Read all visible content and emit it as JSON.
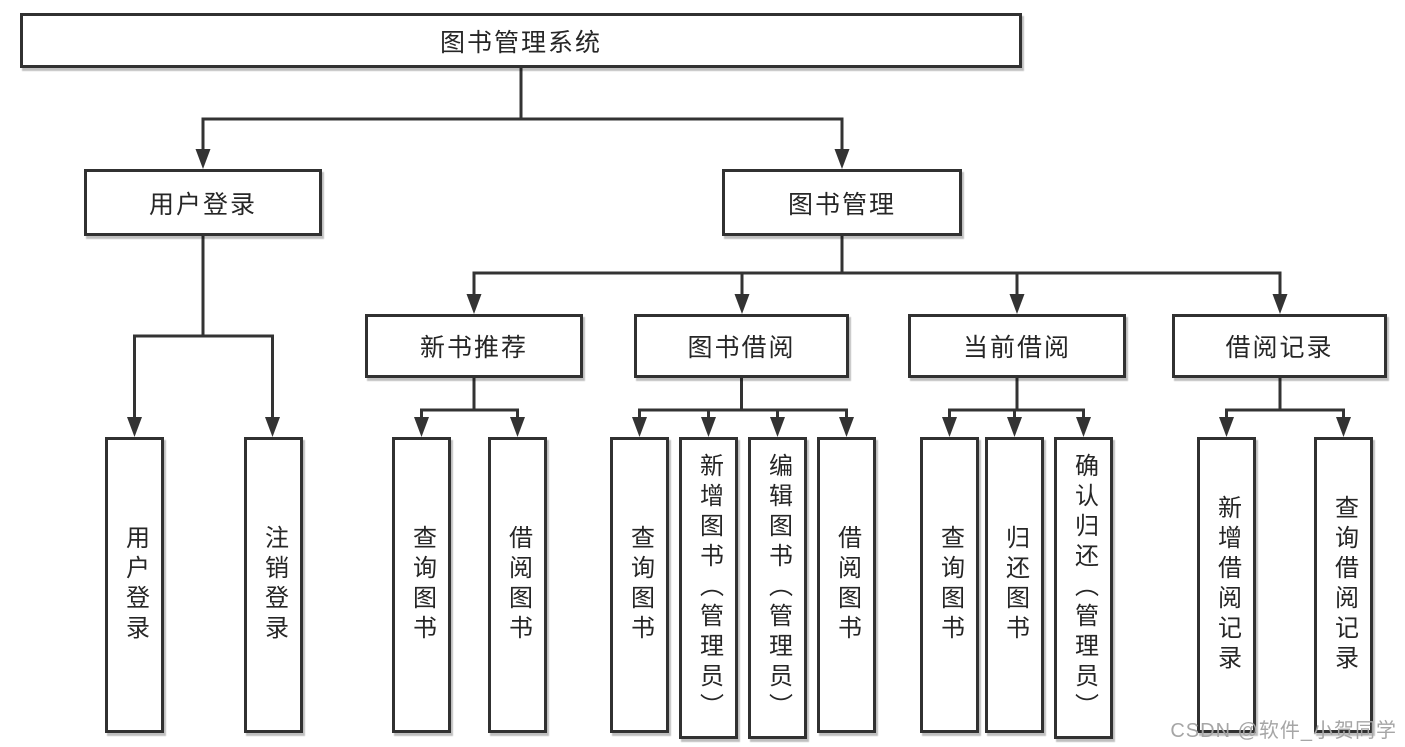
{
  "diagram": {
    "root": {
      "label": "图书管理系统"
    },
    "level2": [
      {
        "label": "用户登录"
      },
      {
        "label": "图书管理"
      }
    ],
    "level3": [
      {
        "label": "新书推荐",
        "parent": "图书管理"
      },
      {
        "label": "图书借阅",
        "parent": "图书管理"
      },
      {
        "label": "当前借阅",
        "parent": "图书管理"
      },
      {
        "label": "借阅记录",
        "parent": "图书管理"
      }
    ],
    "leaves": [
      {
        "label": "用户登录",
        "parent": "用户登录"
      },
      {
        "label": "注销登录",
        "parent": "用户登录"
      },
      {
        "label": "查询图书",
        "parent": "新书推荐"
      },
      {
        "label": "借阅图书",
        "parent": "新书推荐"
      },
      {
        "label": "查询图书",
        "parent": "图书借阅"
      },
      {
        "label": "新增图书（管理员）",
        "parent": "图书借阅"
      },
      {
        "label": "编辑图书（管理员）",
        "parent": "图书借阅"
      },
      {
        "label": "借阅图书",
        "parent": "图书借阅"
      },
      {
        "label": "查询图书",
        "parent": "当前借阅"
      },
      {
        "label": "归还图书",
        "parent": "当前借阅"
      },
      {
        "label": "确认归还（管理员）",
        "parent": "当前借阅"
      },
      {
        "label": "新增借阅记录",
        "parent": "借阅记录"
      },
      {
        "label": "查询借阅记录",
        "parent": "借阅记录"
      }
    ],
    "colors": {
      "line": "#333333",
      "box_border": "#313131",
      "box_fill": "#ffffff",
      "text": "#262626",
      "watermark": "#a6a6a6"
    }
  },
  "watermark": {
    "text": "CSDN @软件_小贺同学"
  }
}
